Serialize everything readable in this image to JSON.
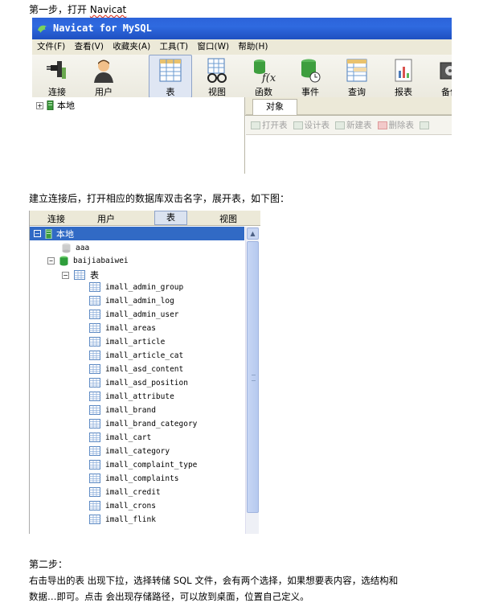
{
  "step1": {
    "prefix": "第一步，打开",
    "app": "Navicat"
  },
  "window": {
    "title": "Navicat for MySQL",
    "menu": [
      "文件(F)",
      "查看(V)",
      "收藏夹(A)",
      "工具(T)",
      "窗口(W)",
      "帮助(H)"
    ],
    "toolbar": [
      "连接",
      "用户",
      "表",
      "视图",
      "函数",
      "事件",
      "查询",
      "报表",
      "备份"
    ],
    "toolbar_selected": "表",
    "connection": "本地",
    "object_tab": "对象",
    "object_tools": [
      "打开表",
      "设计表",
      "新建表",
      "删除表"
    ]
  },
  "caption1": "建立连接后，打开相应的数据库双击名字，展开表，如下图：",
  "tree": {
    "tabs": [
      "连接",
      "用户",
      "表",
      "视图"
    ],
    "root": "本地",
    "databases": [
      "aaa",
      "baijiabaiwei"
    ],
    "folder": "表",
    "tables": [
      "imall_admin_group",
      "imall_admin_log",
      "imall_admin_user",
      "imall_areas",
      "imall_article",
      "imall_article_cat",
      "imall_asd_content",
      "imall_asd_position",
      "imall_attribute",
      "imall_brand",
      "imall_brand_category",
      "imall_cart",
      "imall_category",
      "imall_complaint_type",
      "imall_complaints",
      "imall_credit",
      "imall_crons",
      "imall_flink"
    ]
  },
  "step2": {
    "heading": "第二步：",
    "line1": "右击导出的表 出现下拉，选择转储 SQL 文件，会有两个选择，如果想要表内容，选结构和",
    "line2": "数据…即可。点击 会出现存储路径，可以放到桌面，位置自己定义。"
  },
  "colors": {
    "selection": "#316ac5",
    "titlebar": "#2f6ae0",
    "db_green": "#2e9e3b"
  }
}
